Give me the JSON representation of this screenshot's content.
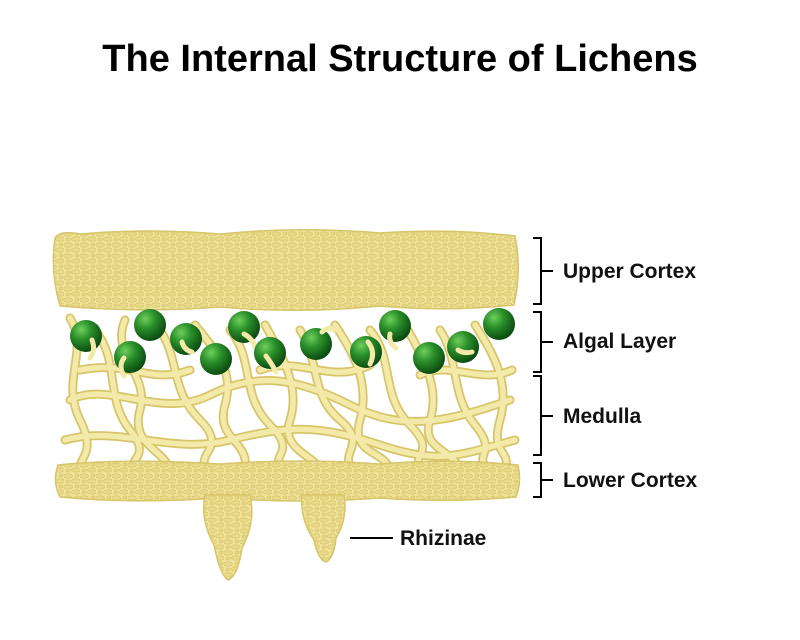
{
  "title": "The Internal Structure of Lichens",
  "labels": {
    "upper_cortex": "Upper Cortex",
    "algal_layer": "Algal Layer",
    "medulla": "Medulla",
    "lower_cortex": "Lower Cortex",
    "rhizinae": "Rhizinae"
  },
  "colors": {
    "fungal_tissue": "#eee08f",
    "fungal_outline": "#d7c56a",
    "algae": "#1f7a1f",
    "algae_highlight": "#7ccf6a",
    "bracket": "#000000"
  },
  "icons": {
    "algal_cell": "green-sphere",
    "hypha": "branching-tube"
  }
}
